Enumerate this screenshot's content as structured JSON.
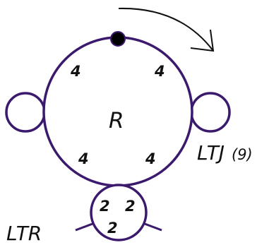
{
  "diagram": {
    "colors": {
      "outline": "#3b1a6e",
      "arrow": "#111111",
      "text": "#111111",
      "dot": "#000000"
    },
    "center_label": "R",
    "main_circle_counts": [
      "4",
      "4",
      "4",
      "4"
    ],
    "bottom_circle_counts": [
      "2",
      "2",
      "2"
    ],
    "right_label": "LTJ",
    "right_label_suffix": "(9)",
    "bottom_left_label": "LTR",
    "rotation_arrow": "clockwise-arrow",
    "top_marker": "black-dot"
  }
}
